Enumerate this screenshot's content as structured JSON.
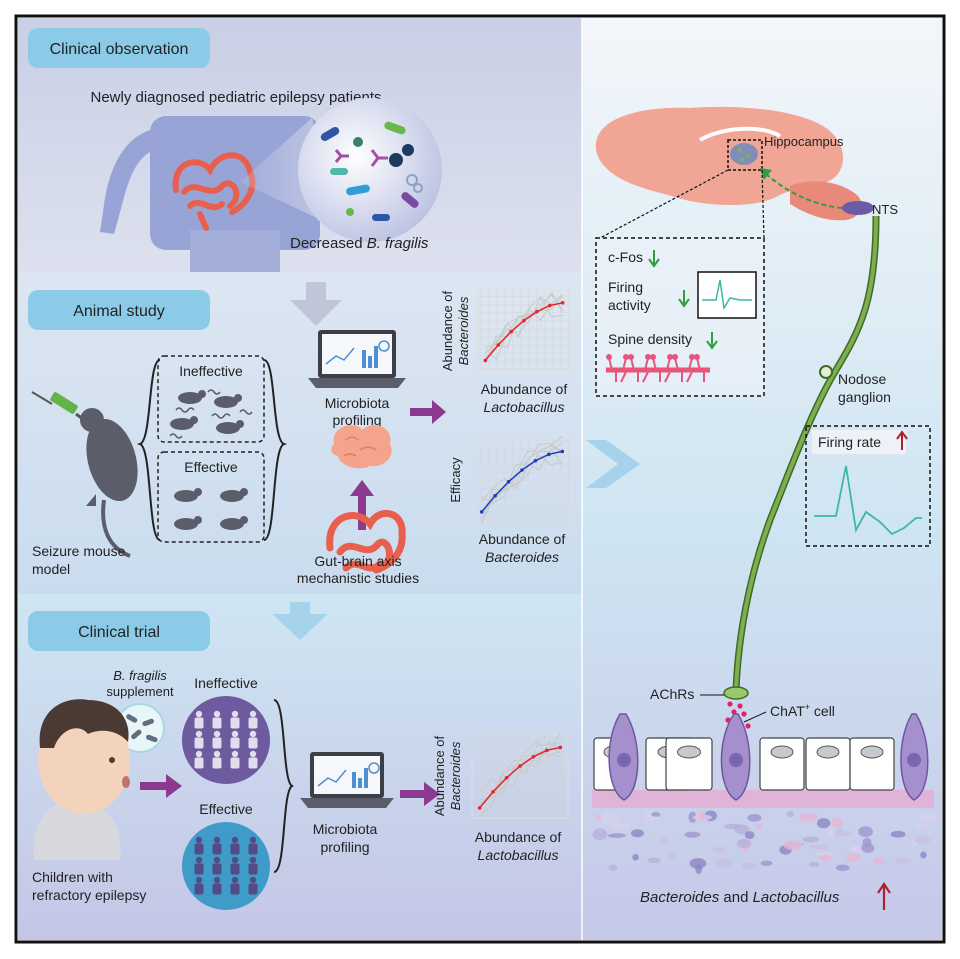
{
  "sections": {
    "clinical_observation": {
      "title": "Clinical observation",
      "patients_caption": "Newly diagnosed pediatric epilepsy patients",
      "finding_prefix": "Decreased ",
      "finding_species": "B. fragilis"
    },
    "animal_study": {
      "title": "Animal study",
      "ineffective_label": "Ineffective",
      "effective_label": "Effective",
      "model_line1": "Seizure mouse",
      "model_line2": "model",
      "profiling_line1": "Microbiota",
      "profiling_line2": "profiling",
      "gut_brain_line1": "Gut-brain axis",
      "gut_brain_line2": "mechanistic studies",
      "plot1_ylabel_line1": "Abundance of",
      "plot1_ylabel_line2": "Bacteroides",
      "plot1_xlabel_line1": "Abundance of",
      "plot1_xlabel_line2": "Lactobacillus",
      "plot2_ylabel": "Efficacy",
      "plot2_xlabel_line1": "Abundance of",
      "plot2_xlabel_line2": "Bacteroides"
    },
    "clinical_trial": {
      "title": "Clinical trial",
      "supplement_species": "B. fragilis",
      "supplement_word": "supplement",
      "ineffective_label": "Ineffective",
      "effective_label": "Effective",
      "profiling_line1": "Microbiota",
      "profiling_line2": "profiling",
      "children_line1": "Children with",
      "children_line2": "refractory epilepsy",
      "plot_ylabel_line1": "Abundance of",
      "plot_ylabel_line2": "Bacteroides",
      "plot_xlabel_line1": "Abundance of",
      "plot_xlabel_line2": "Lactobacillus"
    }
  },
  "mechanism": {
    "hippocampus": "Hippocampus",
    "nts": "NTS",
    "cfos": "c-Fos",
    "firing_line1": "Firing",
    "firing_line2": "activity",
    "spine_density": "Spine density",
    "nodose_line1": "Nodose",
    "nodose_line2": "ganglion",
    "firing_rate": "Firing rate",
    "achrs": "AChRs",
    "chat_cell": "ChAT",
    "chat_sup": "+",
    "chat_cell_suffix": " cell",
    "bottom_species1": "Bacteroides",
    "bottom_and": " and ",
    "bottom_species2": "Lactobacillus"
  },
  "colors": {
    "frame": "#111111",
    "label_box": "#8ccbe8",
    "arrow_purple": "#8b3a8f",
    "arrow_blue": "#9fd0ea",
    "up_arrow": "#b0202a",
    "down_arrow": "#2e9e3f",
    "red_trend": "#e3262c",
    "blue_trend": "#1f3fbf",
    "vagus_green": "#4f7d2b",
    "trace_teal": "#3bb9a6"
  },
  "icons": [
    "mouse-icon",
    "laptop-icon",
    "brain-icon",
    "intestine-icon",
    "person-icon",
    "syringe-icon",
    "child-icon",
    "bacteria-icon"
  ]
}
